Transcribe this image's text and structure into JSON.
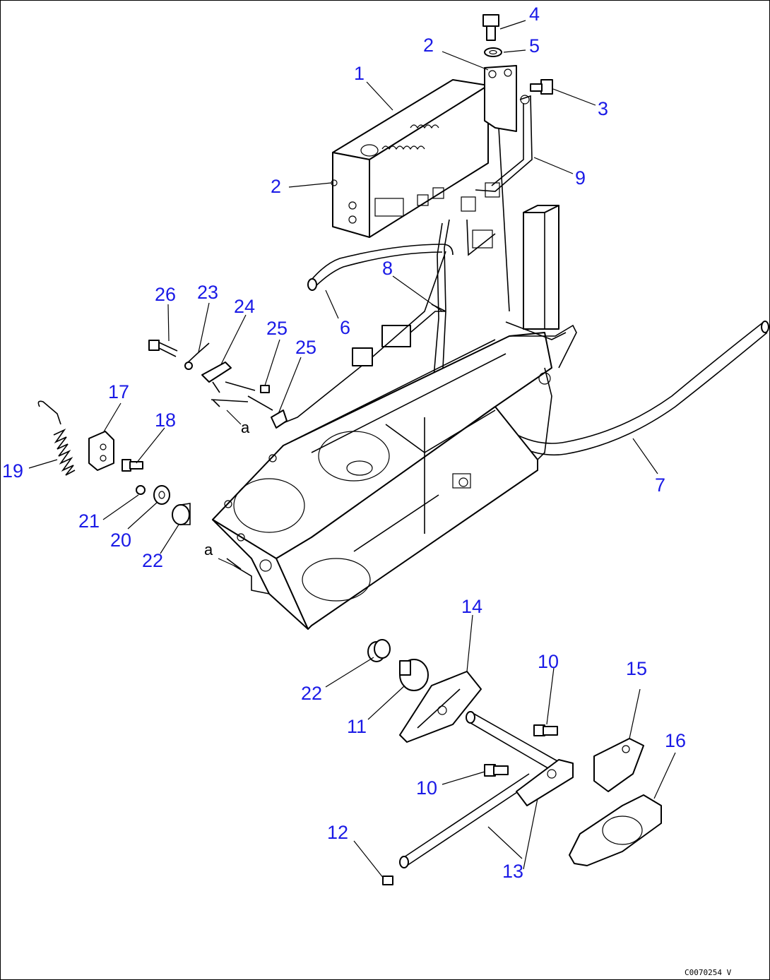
{
  "diagram": {
    "callouts": [
      {
        "id": "c4",
        "text": "4"
      },
      {
        "id": "c5",
        "text": "5"
      },
      {
        "id": "c2a",
        "text": "2"
      },
      {
        "id": "c3",
        "text": "3"
      },
      {
        "id": "c1",
        "text": "1"
      },
      {
        "id": "c2b",
        "text": "2"
      },
      {
        "id": "c9",
        "text": "9"
      },
      {
        "id": "c8",
        "text": "8"
      },
      {
        "id": "c6",
        "text": "6"
      },
      {
        "id": "c26",
        "text": "26"
      },
      {
        "id": "c23",
        "text": "23"
      },
      {
        "id": "c24",
        "text": "24"
      },
      {
        "id": "c25a",
        "text": "25"
      },
      {
        "id": "c25b",
        "text": "25"
      },
      {
        "id": "c17",
        "text": "17"
      },
      {
        "id": "c18",
        "text": "18"
      },
      {
        "id": "c19",
        "text": "19"
      },
      {
        "id": "c21",
        "text": "21"
      },
      {
        "id": "c20",
        "text": "20"
      },
      {
        "id": "c22a",
        "text": "22"
      },
      {
        "id": "c7",
        "text": "7"
      },
      {
        "id": "c14",
        "text": "14"
      },
      {
        "id": "c10a",
        "text": "10"
      },
      {
        "id": "c15",
        "text": "15"
      },
      {
        "id": "c16",
        "text": "16"
      },
      {
        "id": "c22b",
        "text": "22"
      },
      {
        "id": "c11",
        "text": "11"
      },
      {
        "id": "c10b",
        "text": "10"
      },
      {
        "id": "c12",
        "text": "12"
      },
      {
        "id": "c13",
        "text": "13"
      }
    ],
    "reference_letters": [
      "a",
      "a"
    ],
    "drawing_code": "C0070254 V",
    "colors": {
      "callout": "#1a1ae6",
      "line": "#000000",
      "background": "#ffffff"
    }
  }
}
